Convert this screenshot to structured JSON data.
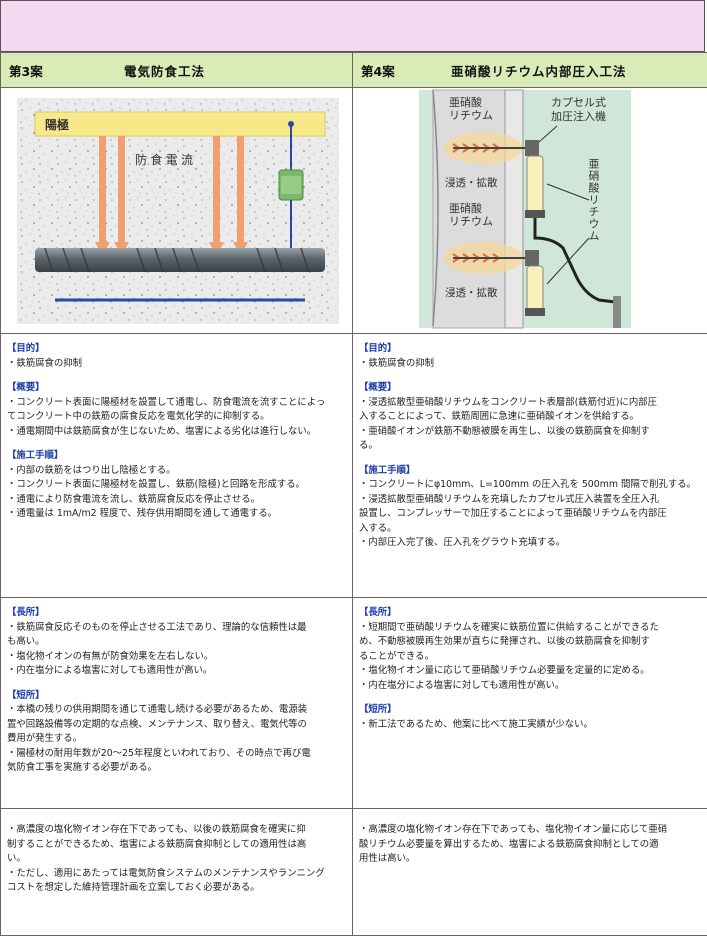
{
  "colors": {
    "header_bg": "#d9ecb8",
    "top_band_bg": "#f3daf0",
    "section_label": "#1f3fa8",
    "anode": "#f7e98a",
    "current_arrow": "#f0a070",
    "cathode_line": "#2a46a8"
  },
  "columns": [
    {
      "number": "第3案",
      "title": "電気防食工法",
      "figure": {
        "anode_label": "陽極",
        "current_label": "防 食 電 流"
      },
      "purpose": {
        "label": "【目的】",
        "lines": [
          "・鉄筋腐食の抑制"
        ]
      },
      "overview": {
        "label": "【概要】",
        "lines": [
          "・コンクリート表面に陽極材を設置して通電し、防食電流を流すことによっ",
          "てコンクリート中の鉄筋の腐食反応を電気化学的に抑制する。",
          "・通電期間中は鉄筋腐食が生じないため、塩害による劣化は進行しない。"
        ]
      },
      "procedure": {
        "label": "【施工手順】",
        "lines": [
          "・内部の鉄筋をはつり出し陰極とする。",
          "・コンクリート表面に陽極材を設置し、鉄筋(陰極)と回路を形成する。",
          "・通電により防食電流を流し、鉄筋腐食反応を停止させる。",
          "・通電量は 1mA/m2 程度で、残存供用期間を通して通電する。"
        ]
      },
      "merits": {
        "label": "【長所】",
        "lines": [
          "・鉄筋腐食反応そのものを停止させる工法であり、理論的な信頼性は最",
          "も高い。",
          "・塩化物イオンの有無が防食効果を左右しない。",
          "・内在塩分による塩害に対しても適用性が高い。"
        ]
      },
      "demerits": {
        "label": "【短所】",
        "lines": [
          "・本橋の残りの供用期間を通じて通電し続ける必要があるため、電源装",
          "置や回路設備等の定期的な点検、メンテナンス、取り替え、電気代等の",
          "費用が発生する。",
          "・陽極材の耐用年数が20～25年程度といわれており、その時点で再び電",
          "気防食工事を実施する必要がある。"
        ]
      },
      "evaluation": {
        "lines": [
          "・高濃度の塩化物イオン存在下であっても、以後の鉄筋腐食を確実に抑",
          "制することができるため、塩害による鉄筋腐食抑制としての適用性は高",
          "い。",
          "・ただし、適用にあたっては電気防食システムのメンテナンスやランニング",
          "コストを想定した維持管理計画を立案しておく必要がある。"
        ]
      }
    },
    {
      "number": "第4案",
      "title": "亜硝酸リチウム内部圧入工法",
      "figure": {
        "nitrite_label_1a": "亜硝酸",
        "nitrite_label_1b": "リチウム",
        "permeation_1": "浸透・拡散",
        "nitrite_label_2a": "亜硝酸",
        "nitrite_label_2b": "リチウム",
        "permeation_2": "浸透・拡散",
        "capsule_label_1": "カプセル式",
        "capsule_label_2": "加圧注入機",
        "vertical_label": "亜硝酸リチウム"
      },
      "purpose": {
        "label": "【目的】",
        "lines": [
          "・鉄筋腐食の抑制"
        ]
      },
      "overview": {
        "label": "【概要】",
        "lines": [
          "・浸透拡散型亜硝酸リチウムをコンクリート表層部(鉄筋付近)に内部圧",
          "入することによって、鉄筋周囲に急速に亜硝酸イオンを供給する。",
          "・亜硝酸イオンが鉄筋不動態被膜を再生し、以後の鉄筋腐食を抑制す",
          "る。"
        ]
      },
      "procedure": {
        "label": "【施工手順】",
        "lines": [
          "・コンクリートにφ10mm、L=100mm の圧入孔を 500mm 間隔で削孔する。",
          "・浸透拡散型亜硝酸リチウムを充填したカプセル式圧入装置を全圧入孔",
          "設置し、コンプレッサーで加圧することによって亜硝酸リチウムを内部圧",
          "入する。",
          "・内部圧入完了後、圧入孔をグラウト充填する。"
        ]
      },
      "merits": {
        "label": "【長所】",
        "lines": [
          "・短期間で亜硝酸リチウムを確実に鉄筋位置に供給することができるた",
          "め、不動態被膜再生効果が直ちに発揮され、以後の鉄筋腐食を抑制す",
          "ることができる。",
          "・塩化物イオン量に応じて亜硝酸リチウム必要量を定量的に定める。",
          "・内在塩分による塩害に対しても適用性が高い。"
        ]
      },
      "demerits": {
        "label": "【短所】",
        "lines": [
          "・新工法であるため、他案に比べて施工実績が少ない。"
        ]
      },
      "evaluation": {
        "lines": [
          "・高濃度の塩化物イオン存在下であっても、塩化物イオン量に応じて亜硝",
          "酸リチウム必要量を算出するため、塩害による鉄筋腐食抑制としての適",
          "用性は高い。"
        ]
      }
    }
  ]
}
